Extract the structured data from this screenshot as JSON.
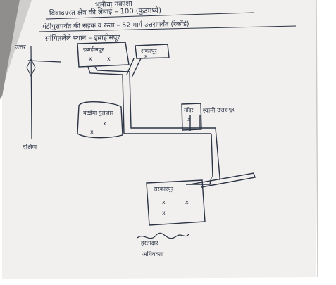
{
  "colors": {
    "paper": "#f1f0ee",
    "paper_shadow": "#8f8e8c",
    "ink": "#2b3344",
    "background": "#ffffff"
  },
  "header": {
    "line_1": "भूमीचा नकाशा",
    "line_2": "विवादग्रस्त क्षेत्र की लंबाई – 100 (फुटमध्ये)",
    "line_3": "मंडीपुरापर्यंत की सड़क व रस्ता – 52 मार्ग उत्तरापर्यंत (रेकॉर्ड)",
    "line_4": "सांगितलेले स्थान – इब्राहीमपूर"
  },
  "compass": {
    "north_label": "उत्तर",
    "south_label": "दक्षिण"
  },
  "plots": {
    "plot_a": {
      "title": "इब्राहीमपूर",
      "marks": [
        "x",
        "x"
      ]
    },
    "plot_b": {
      "title": "शंकरपूर",
      "marks": [
        "x"
      ]
    },
    "plot_c": {
      "title": "बटईया गुलजार",
      "marks": [
        "x",
        "x"
      ]
    },
    "plot_d": {
      "title": "मंदिर",
      "marks": [
        "x"
      ],
      "side_label": "स्वामी उत्तरापूर"
    },
    "plot_e": {
      "title": "सरकारपूर",
      "marks": [
        "x",
        "x",
        "x"
      ]
    }
  },
  "signature": {
    "name": "हस्ताक्षर",
    "designation": "अधिवक्ता"
  }
}
